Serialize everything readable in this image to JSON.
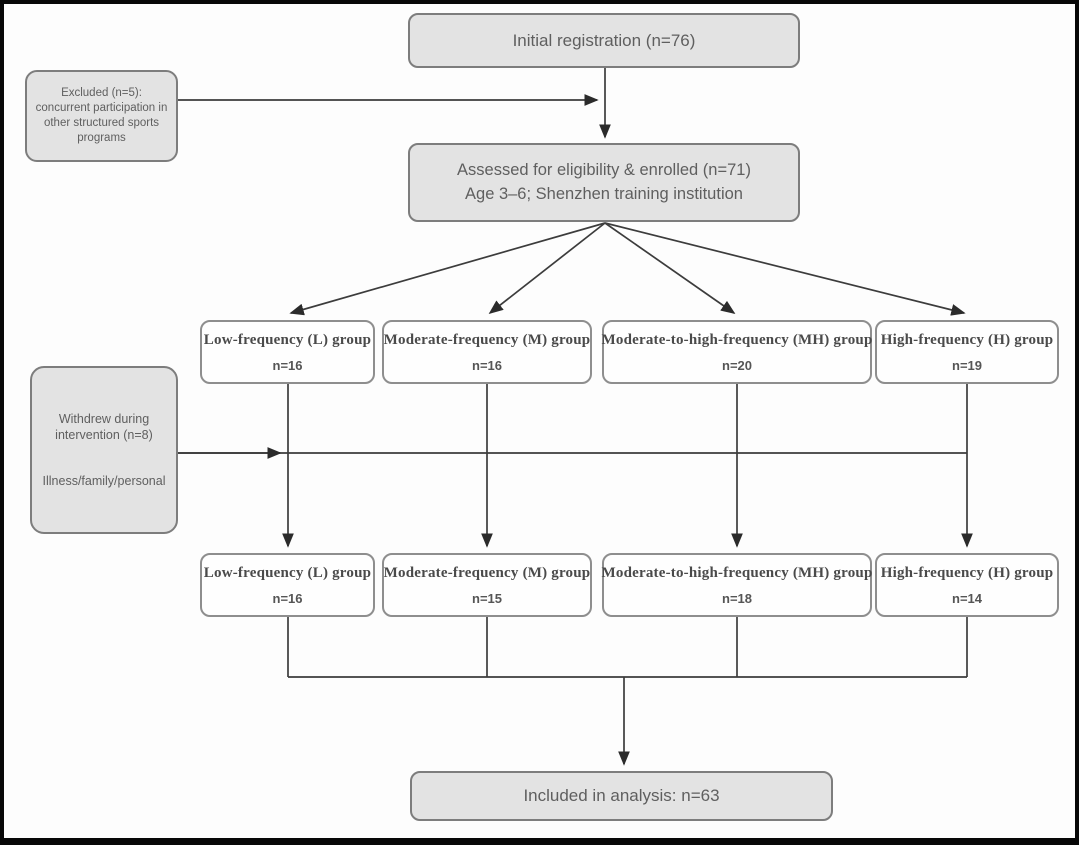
{
  "figure": {
    "type": "consort-flow-diagram",
    "nodes": {
      "initial": {
        "label": "Initial registration (n=76)"
      },
      "excluded": {
        "lines": [
          "Excluded (n=5):",
          "concurrent participation in",
          "other structured sports",
          "programs"
        ]
      },
      "assessed": {
        "line1": "Assessed for eligibility & enrolled (n=71)",
        "line2": "Age 3–6; Shenzhen training institution"
      },
      "withdrew": {
        "reason_title": "Withdrew during intervention (n=8)",
        "reason_detail": "Illness/family/personal"
      },
      "allocated": [
        {
          "name": "Low-frequency (L) group",
          "n": "n=16"
        },
        {
          "name": "Moderate-frequency (M) group",
          "n": "n=16"
        },
        {
          "name": "Moderate-to-high-frequency (MH) group",
          "n": "n=20"
        },
        {
          "name": "High-frequency (H) group",
          "n": "n=19"
        }
      ],
      "completed": [
        {
          "name": "Low-frequency (L) group",
          "n": "n=16"
        },
        {
          "name": "Moderate-frequency (M) group",
          "n": "n=15"
        },
        {
          "name": "Moderate-to-high-frequency (MH) group",
          "n": "n=18"
        },
        {
          "name": "High-frequency (H) group",
          "n": "n=14"
        }
      ],
      "included": {
        "label": "Included in analysis: n=63"
      }
    },
    "colors": {
      "grey_box_fill": "#e3e3e3",
      "grey_box_border": "#7d7d7d",
      "group_box_fill": "#fefefe",
      "group_box_border": "#8e8e8e",
      "connector_line": "#3c3c3c",
      "frame_border": "#070707"
    }
  }
}
